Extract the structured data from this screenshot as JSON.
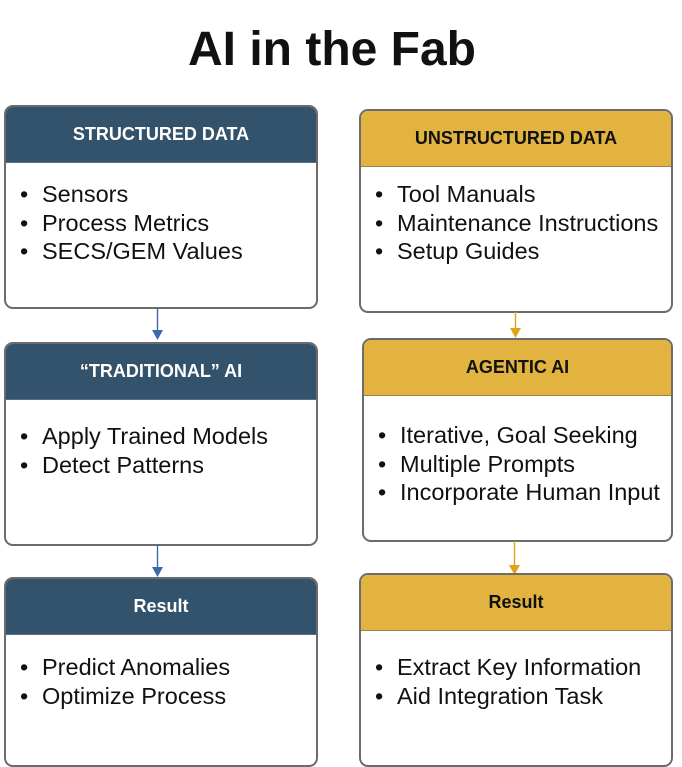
{
  "title": "AI in the Fab",
  "colors": {
    "structured_header": "#33526b",
    "unstructured_header": "#e2b33e",
    "blue_arrow": "#3a6aa8",
    "gold_arrow": "#e1a21b",
    "box_border": "#6b6b6b"
  },
  "left_column": {
    "structured": {
      "header": "STRUCTURED DATA",
      "items": [
        "Sensors",
        "Process Metrics",
        "SECS/GEM Values"
      ]
    },
    "traditional": {
      "header": "“TRADITIONAL” AI",
      "items": [
        "Apply Trained Models",
        "Detect Patterns"
      ]
    },
    "result": {
      "header": "Result",
      "items": [
        "Predict Anomalies",
        "Optimize Process"
      ]
    }
  },
  "right_column": {
    "unstructured": {
      "header": "UNSTRUCTURED DATA",
      "items": [
        "Tool Manuals",
        "Maintenance Instructions",
        "Setup Guides"
      ]
    },
    "agentic": {
      "header": "AGENTIC AI",
      "items": [
        "Iterative, Goal Seeking",
        "Multiple Prompts",
        "Incorporate Human Input"
      ]
    },
    "result": {
      "header": "Result",
      "items": [
        "Extract Key Information",
        "Aid Integration Task"
      ]
    }
  }
}
